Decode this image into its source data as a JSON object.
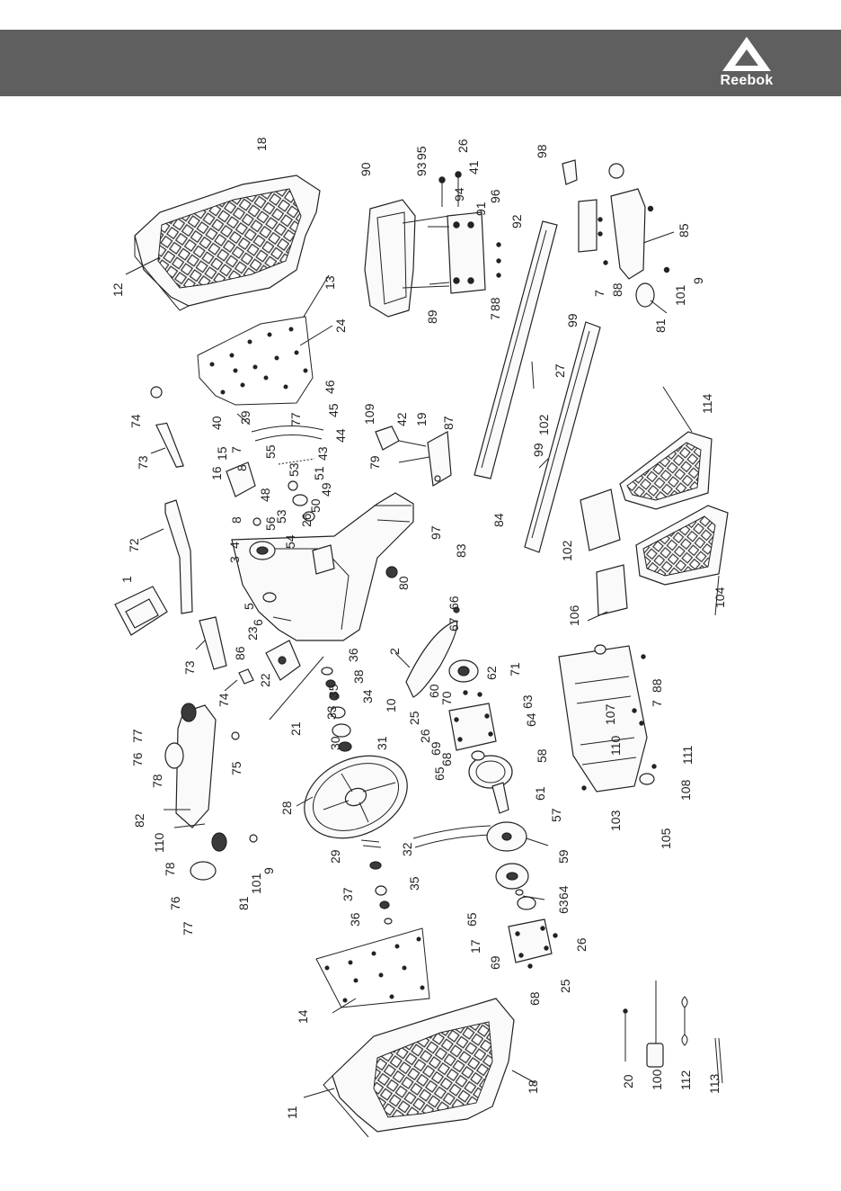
{
  "brand": {
    "name": "Reebok"
  },
  "callouts": [
    {
      "id": "c18a",
      "text": "18"
    },
    {
      "id": "c12",
      "text": "12"
    },
    {
      "id": "c13",
      "text": "13"
    },
    {
      "id": "c24",
      "text": "24"
    },
    {
      "id": "c74a",
      "text": "74"
    },
    {
      "id": "c73a",
      "text": "73"
    },
    {
      "id": "c72",
      "text": "72"
    },
    {
      "id": "c1",
      "text": "1"
    },
    {
      "id": "c73b",
      "text": "73"
    },
    {
      "id": "c74b",
      "text": "74"
    },
    {
      "id": "c40",
      "text": "40"
    },
    {
      "id": "c39",
      "text": "39"
    },
    {
      "id": "c77a",
      "text": "77"
    },
    {
      "id": "c46",
      "text": "46"
    },
    {
      "id": "c45",
      "text": "45"
    },
    {
      "id": "c44",
      "text": "44"
    },
    {
      "id": "c43",
      "text": "43"
    },
    {
      "id": "c15",
      "text": "15"
    },
    {
      "id": "c16",
      "text": "16"
    },
    {
      "id": "c7a",
      "text": "7"
    },
    {
      "id": "c8a",
      "text": "8"
    },
    {
      "id": "c55",
      "text": "55"
    },
    {
      "id": "c53a",
      "text": "53"
    },
    {
      "id": "c51",
      "text": "51"
    },
    {
      "id": "c50",
      "text": "50"
    },
    {
      "id": "c49",
      "text": "49"
    },
    {
      "id": "c26a",
      "text": "26"
    },
    {
      "id": "c48",
      "text": "48"
    },
    {
      "id": "c56",
      "text": "56"
    },
    {
      "id": "c53b",
      "text": "53"
    },
    {
      "id": "c8b",
      "text": "8"
    },
    {
      "id": "c54",
      "text": "54"
    },
    {
      "id": "c4",
      "text": "4"
    },
    {
      "id": "c3",
      "text": "3"
    },
    {
      "id": "c5",
      "text": "5"
    },
    {
      "id": "c6",
      "text": "6"
    },
    {
      "id": "c90",
      "text": "90"
    },
    {
      "id": "c93",
      "text": "93"
    },
    {
      "id": "c95",
      "text": "95"
    },
    {
      "id": "c94",
      "text": "94"
    },
    {
      "id": "c41",
      "text": "41"
    },
    {
      "id": "c26b",
      "text": "26"
    },
    {
      "id": "c91",
      "text": "91"
    },
    {
      "id": "c96",
      "text": "96"
    },
    {
      "id": "c92",
      "text": "92"
    },
    {
      "id": "c89",
      "text": "89"
    },
    {
      "id": "c88a",
      "text": "88"
    },
    {
      "id": "c7b",
      "text": "7"
    },
    {
      "id": "c98",
      "text": "98"
    },
    {
      "id": "c85",
      "text": "85"
    },
    {
      "id": "c7c",
      "text": "7"
    },
    {
      "id": "c88b",
      "text": "88"
    },
    {
      "id": "c101a",
      "text": "101"
    },
    {
      "id": "c9a",
      "text": "9"
    },
    {
      "id": "c81a",
      "text": "81"
    },
    {
      "id": "c99a",
      "text": "99"
    },
    {
      "id": "c27",
      "text": "27"
    },
    {
      "id": "c109",
      "text": "109"
    },
    {
      "id": "c42",
      "text": "42"
    },
    {
      "id": "c19",
      "text": "19"
    },
    {
      "id": "c87",
      "text": "87"
    },
    {
      "id": "c79",
      "text": "79"
    },
    {
      "id": "c102a",
      "text": "102"
    },
    {
      "id": "c99b",
      "text": "99"
    },
    {
      "id": "c114",
      "text": "114"
    },
    {
      "id": "c84",
      "text": "84"
    },
    {
      "id": "c97",
      "text": "97"
    },
    {
      "id": "c83",
      "text": "83"
    },
    {
      "id": "c102b",
      "text": "102"
    },
    {
      "id": "c80",
      "text": "80"
    },
    {
      "id": "c2",
      "text": "2"
    },
    {
      "id": "c104",
      "text": "104"
    },
    {
      "id": "c106",
      "text": "106"
    },
    {
      "id": "c66",
      "text": "66"
    },
    {
      "id": "c67",
      "text": "67"
    },
    {
      "id": "c23",
      "text": "23"
    },
    {
      "id": "c86",
      "text": "86"
    },
    {
      "id": "c22",
      "text": "22"
    },
    {
      "id": "c36a",
      "text": "36"
    },
    {
      "id": "c38",
      "text": "38"
    },
    {
      "id": "c35a",
      "text": "35"
    },
    {
      "id": "c34",
      "text": "34"
    },
    {
      "id": "c33",
      "text": "33"
    },
    {
      "id": "c21",
      "text": "21"
    },
    {
      "id": "c30",
      "text": "30"
    },
    {
      "id": "c31",
      "text": "31"
    },
    {
      "id": "c10",
      "text": "10"
    },
    {
      "id": "c60",
      "text": "60"
    },
    {
      "id": "c62",
      "text": "62"
    },
    {
      "id": "c71",
      "text": "71"
    },
    {
      "id": "c25a",
      "text": "25"
    },
    {
      "id": "c26c",
      "text": "26"
    },
    {
      "id": "c70",
      "text": "70"
    },
    {
      "id": "c69a",
      "text": "69"
    },
    {
      "id": "c68a",
      "text": "68"
    },
    {
      "id": "c63a",
      "text": "63"
    },
    {
      "id": "c64a",
      "text": "64"
    },
    {
      "id": "c65a",
      "text": "65"
    },
    {
      "id": "c58",
      "text": "58"
    },
    {
      "id": "c61",
      "text": "61"
    },
    {
      "id": "c88c",
      "text": "88"
    },
    {
      "id": "c7d",
      "text": "7"
    },
    {
      "id": "c107",
      "text": "107"
    },
    {
      "id": "c110a",
      "text": "110"
    },
    {
      "id": "c111",
      "text": "111"
    },
    {
      "id": "c108",
      "text": "108"
    },
    {
      "id": "c103",
      "text": "103"
    },
    {
      "id": "c105",
      "text": "105"
    },
    {
      "id": "c77b",
      "text": "77"
    },
    {
      "id": "c76a",
      "text": "76"
    },
    {
      "id": "c78a",
      "text": "78"
    },
    {
      "id": "c75",
      "text": "75"
    },
    {
      "id": "c82",
      "text": "82"
    },
    {
      "id": "c110b",
      "text": "110"
    },
    {
      "id": "c78b",
      "text": "78"
    },
    {
      "id": "c76b",
      "text": "76"
    },
    {
      "id": "c77c",
      "text": "77"
    },
    {
      "id": "c81b",
      "text": "81"
    },
    {
      "id": "c101b",
      "text": "101"
    },
    {
      "id": "c9b",
      "text": "9"
    },
    {
      "id": "c28",
      "text": "28"
    },
    {
      "id": "c29",
      "text": "29"
    },
    {
      "id": "c32",
      "text": "32"
    },
    {
      "id": "c37",
      "text": "37"
    },
    {
      "id": "c35b",
      "text": "35"
    },
    {
      "id": "c36b",
      "text": "36"
    },
    {
      "id": "c57",
      "text": "57"
    },
    {
      "id": "c59",
      "text": "59"
    },
    {
      "id": "c64b",
      "text": "64"
    },
    {
      "id": "c65b",
      "text": "65"
    },
    {
      "id": "c63b",
      "text": "63"
    },
    {
      "id": "c26d",
      "text": "26"
    },
    {
      "id": "c69b",
      "text": "69"
    },
    {
      "id": "c68b",
      "text": "68"
    },
    {
      "id": "c25b",
      "text": "25"
    },
    {
      "id": "c17",
      "text": "17"
    },
    {
      "id": "c14",
      "text": "14"
    },
    {
      "id": "c11",
      "text": "11"
    },
    {
      "id": "c18b",
      "text": "18"
    },
    {
      "id": "c20",
      "text": "20"
    },
    {
      "id": "c100",
      "text": "100"
    },
    {
      "id": "c112",
      "text": "112"
    },
    {
      "id": "c113",
      "text": "113"
    }
  ]
}
